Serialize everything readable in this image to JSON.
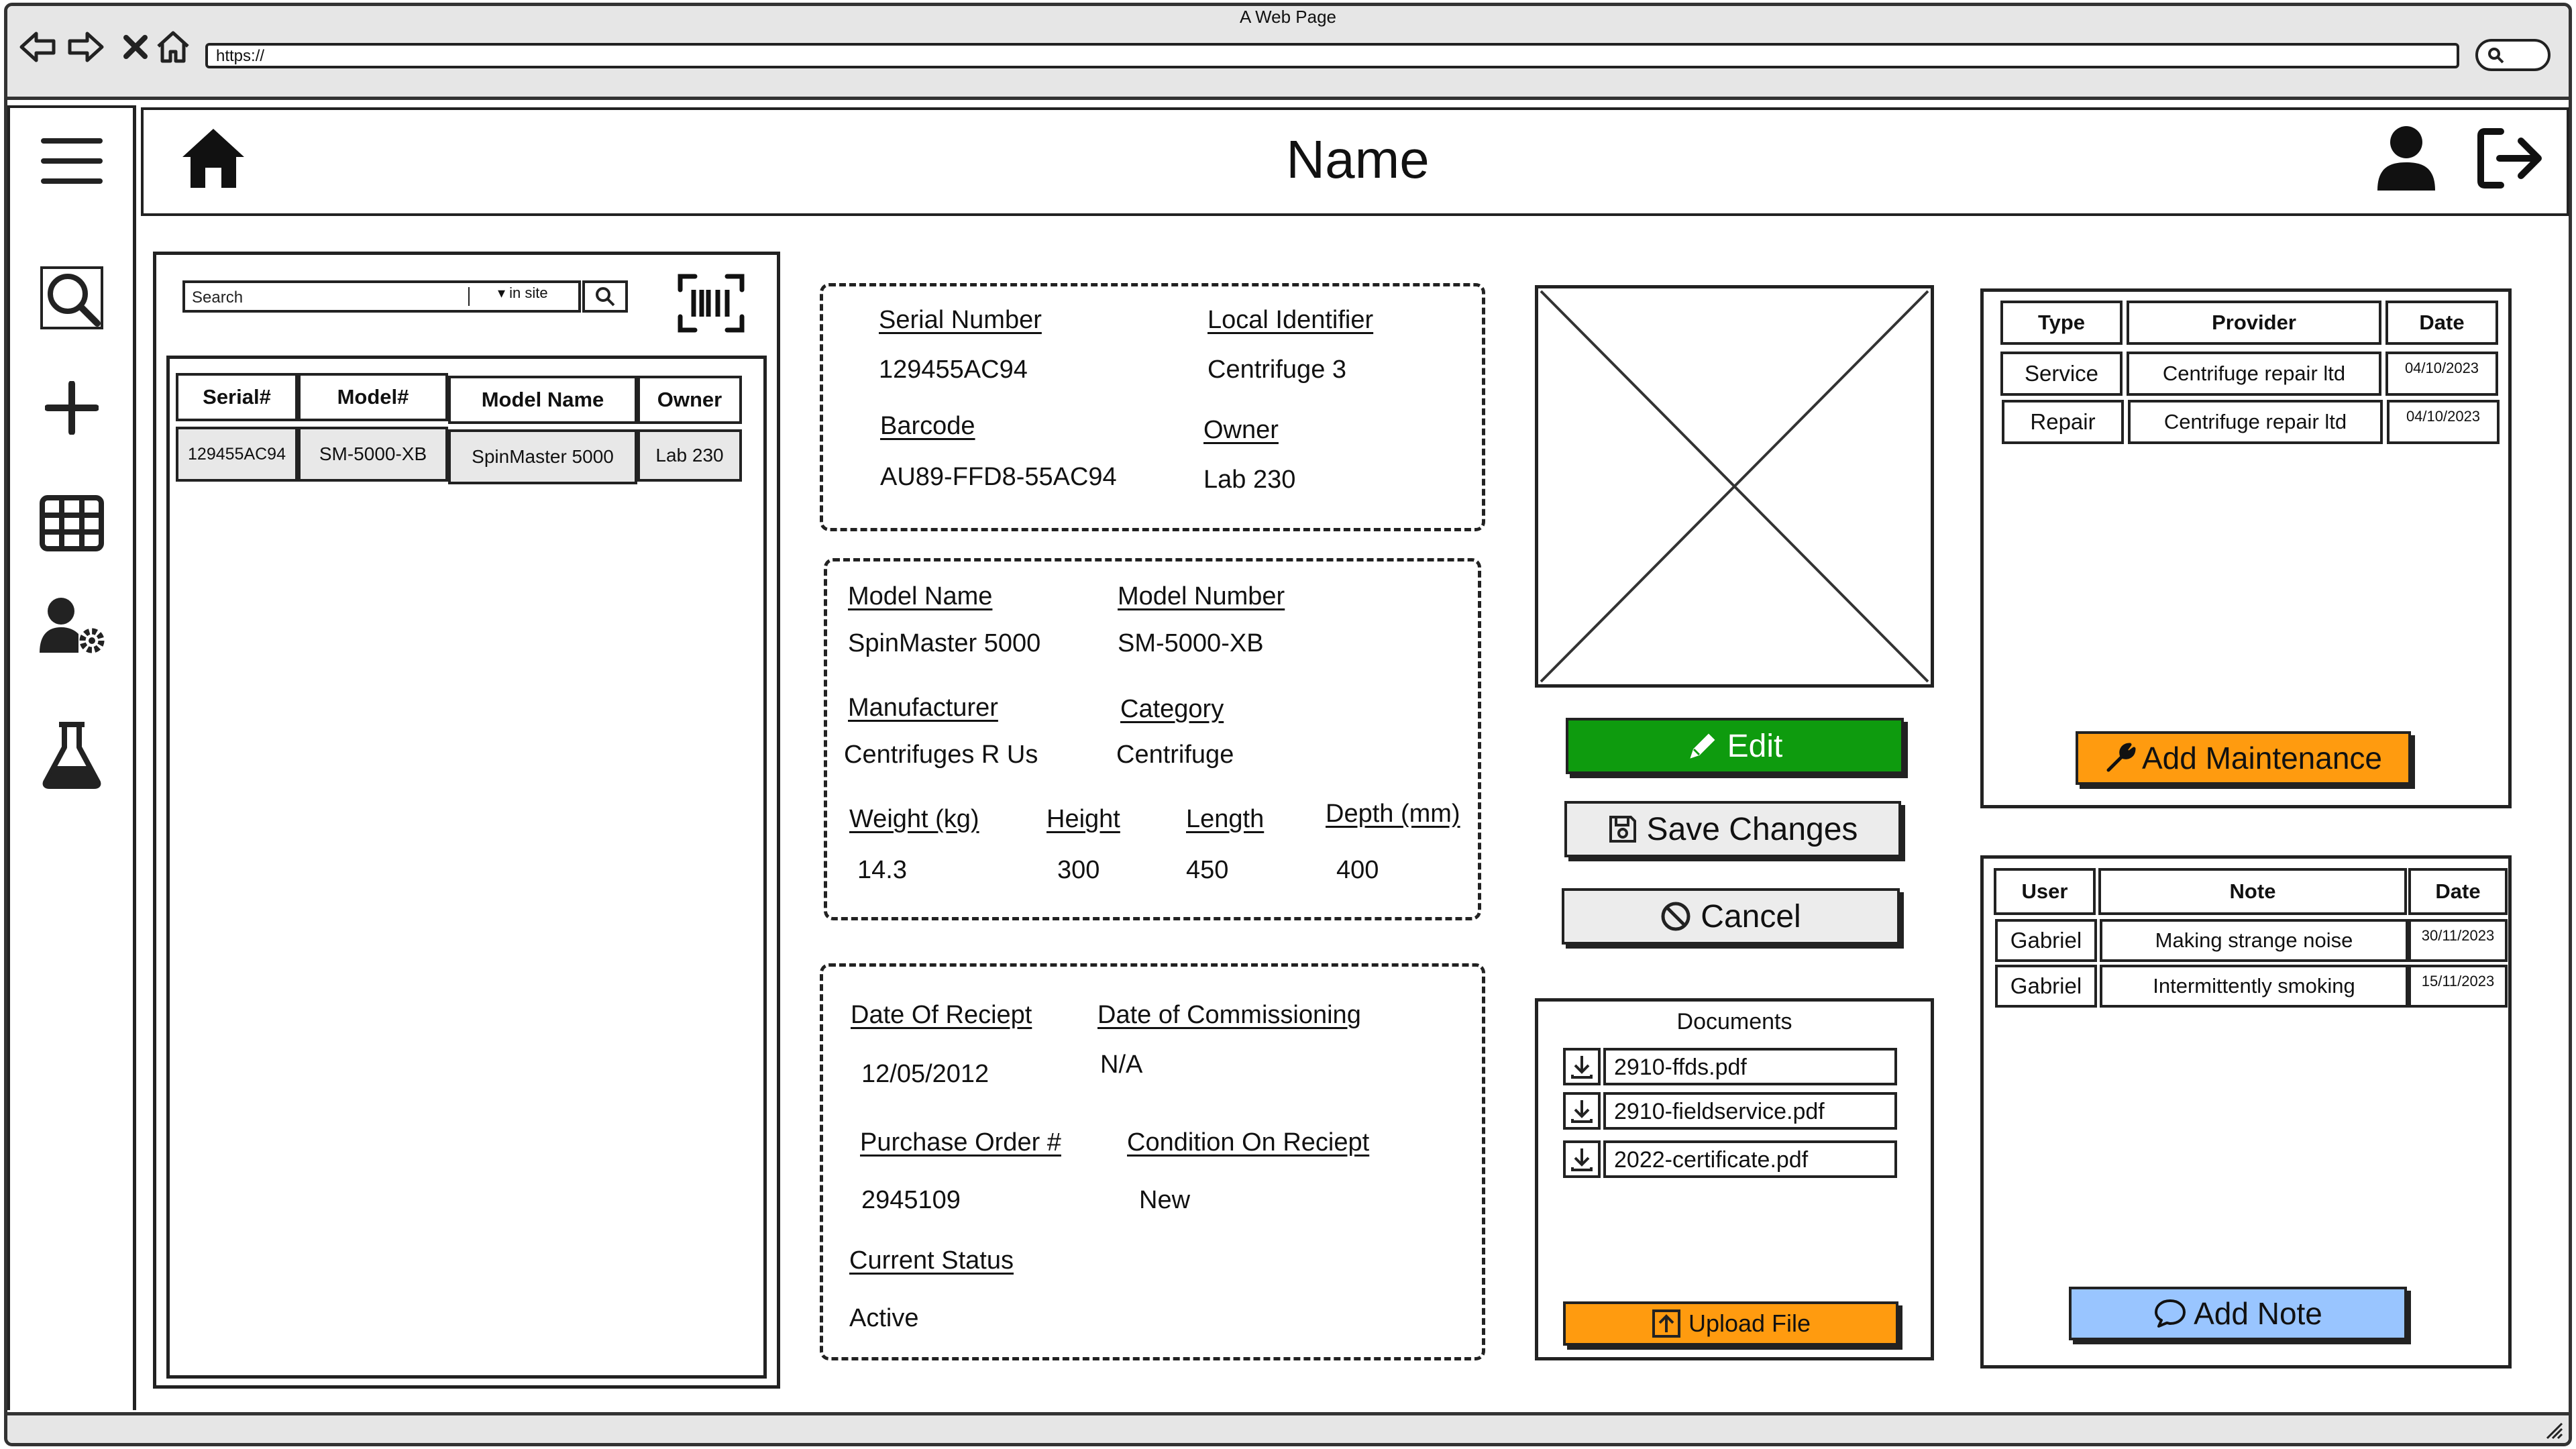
{
  "browser": {
    "window_title": "A Web Page",
    "url": "https://"
  },
  "header": {
    "title": "Name"
  },
  "search": {
    "placeholder": "Search",
    "scope_label": "in site",
    "columns": [
      "Serial#",
      "Model#",
      "Model Name",
      "Owner"
    ],
    "rows": [
      {
        "serial": "129455AC94",
        "model": "SM-5000-XB",
        "model_name": "SpinMaster 5000",
        "owner": "Lab 230"
      }
    ]
  },
  "identity": {
    "serial_label": "Serial Number",
    "serial_value": "129455AC94",
    "local_label": "Local Identifier",
    "local_value": "Centrifuge 3",
    "barcode_label": "Barcode",
    "barcode_value": "AU89-FFD8-55AC94",
    "owner_label": "Owner",
    "owner_value": "Lab 230"
  },
  "model": {
    "name_label": "Model Name",
    "name_value": "SpinMaster 5000",
    "number_label": "Model Number",
    "number_value": "SM-5000-XB",
    "manufacturer_label": "Manufacturer",
    "manufacturer_value": "Centrifuges R Us",
    "category_label": "Category",
    "category_value": "Centrifuge",
    "weight_label": "Weight (kg)",
    "weight_value": "14.3",
    "height_label": "Height",
    "height_value": "300",
    "length_label": "Length",
    "length_value": "450",
    "depth_label": "Depth (mm)",
    "depth_value": "400"
  },
  "acquisition": {
    "receipt_label": "Date Of Reciept",
    "receipt_value": "12/05/2012",
    "commission_label": "Date of Commissioning",
    "commission_value": "N/A",
    "po_label": "Purchase Order #",
    "po_value": "2945109",
    "condition_label": "Condition On Reciept",
    "condition_value": "New",
    "status_label": "Current Status",
    "status_value": "Active"
  },
  "actions": {
    "edit_label": "Edit",
    "save_label": "Save Changes",
    "cancel_label": "Cancel",
    "colors": {
      "edit": "#0e9b0e",
      "save": "#ececec",
      "cancel": "#ececec"
    }
  },
  "documents": {
    "title": "Documents",
    "files": [
      "2910-ffds.pdf",
      "2910-fieldservice.pdf",
      "2022-certificate.pdf"
    ],
    "upload_label": "Upload File",
    "upload_color": "#ff9b0f"
  },
  "maintenance": {
    "columns": [
      "Type",
      "Provider",
      "Date"
    ],
    "rows": [
      {
        "type": "Service",
        "provider": "Centrifuge repair ltd",
        "date": "04/10/2023"
      },
      {
        "type": "Repair",
        "provider": "Centrifuge repair ltd",
        "date": "04/10/2023"
      }
    ],
    "add_label": "Add Maintenance",
    "add_color": "#ff9b0f"
  },
  "notes": {
    "columns": [
      "User",
      "Note",
      "Date"
    ],
    "rows": [
      {
        "user": "Gabriel",
        "note": "Making strange noise",
        "date": "30/11/2023"
      },
      {
        "user": "Gabriel",
        "note": "Intermittently smoking",
        "date": "15/11/2023"
      }
    ],
    "add_label": "Add Note",
    "add_color": "#99c5ff"
  },
  "icons": {
    "sidebar": [
      "menu-icon",
      "search-icon",
      "add-icon",
      "grid-icon",
      "user-settings-icon",
      "flask-icon"
    ],
    "header": [
      "home-icon",
      "user-icon",
      "logout-icon"
    ]
  }
}
